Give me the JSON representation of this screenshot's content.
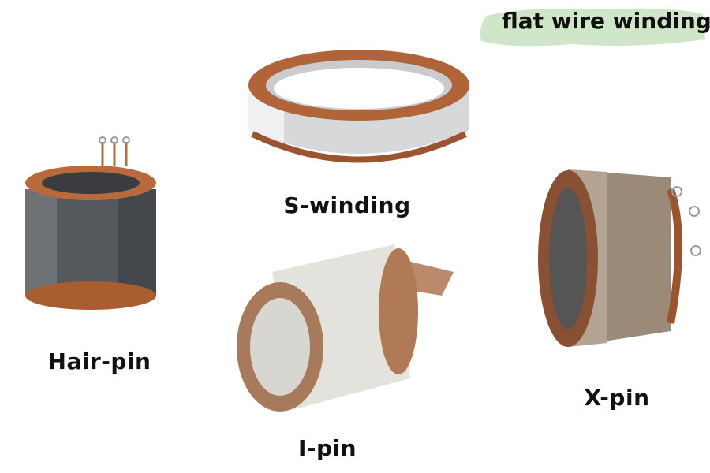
{
  "title_badge": {
    "text": "flat wire winding",
    "color": "#cfe6c8"
  },
  "items": [
    {
      "label": "Hair-pin"
    },
    {
      "label": "S-winding"
    },
    {
      "label": "I-pin"
    },
    {
      "label": "X-pin"
    }
  ],
  "colors": {
    "copper": "#b86a3c",
    "steel": "#6b6e73",
    "silver": "#d8dadc",
    "xpin_body": "#9c8a78"
  }
}
